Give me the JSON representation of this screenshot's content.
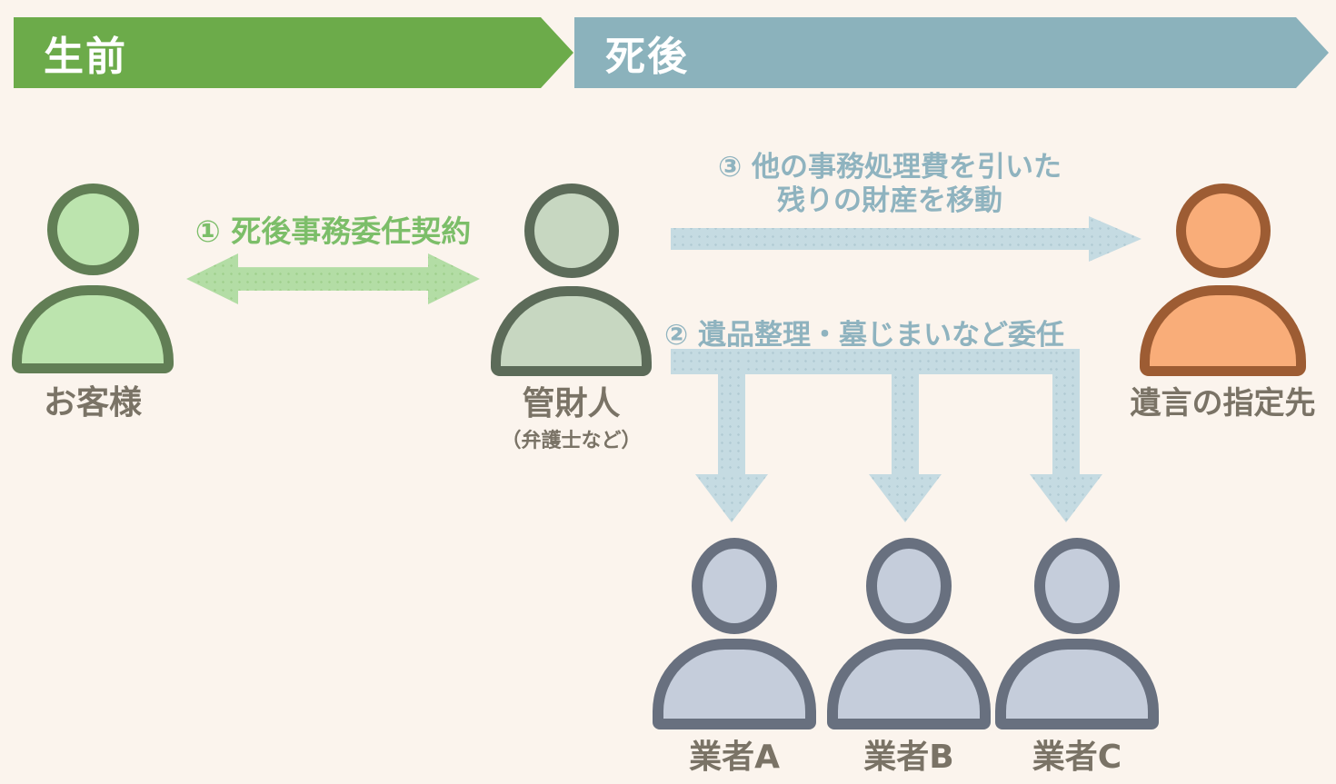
{
  "banners": {
    "before": {
      "label": "生前",
      "color": "#6CAB4A",
      "text_color": "#FFFFFF"
    },
    "after": {
      "label": "死後",
      "color": "#8BB2BC",
      "text_color": "#FFFFFF"
    }
  },
  "actors": {
    "customer": {
      "label": "お客様",
      "fill": "#BCE4AE",
      "stroke": "#617E55"
    },
    "trustee": {
      "label": "管財人",
      "sublabel": "（弁護士など）",
      "fill": "#C7D7C1",
      "stroke": "#5C6B59"
    },
    "designee": {
      "label": "遺言の指定先",
      "fill": "#F9AD79",
      "stroke": "#9D5C33"
    },
    "vendors": [
      {
        "label": "業者A"
      },
      {
        "label": "業者B"
      },
      {
        "label": "業者C"
      }
    ],
    "vendor_fill": "#C5CDDB",
    "vendor_stroke": "#68707F",
    "label_color": "#7A7366"
  },
  "arrows": {
    "contract": {
      "label": "① 死後事務委任契約",
      "direction": "bidirectional",
      "text_color": "#7CBE69",
      "arrow_color": "#B3DDA5"
    },
    "transfer": {
      "label_line1": "③ 他の事務処理費を引いた",
      "label_line2": "残りの財産を移動",
      "direction": "right",
      "text_color": "#8FB3BF",
      "arrow_color": "#C5DBE2"
    },
    "delegate": {
      "label": "② 遺品整理・墓じまいなど委任",
      "direction": "down-branch-3",
      "text_color": "#8FB3BF",
      "arrow_color": "#C5DBE2"
    }
  },
  "background_color": "#FBF4ED"
}
